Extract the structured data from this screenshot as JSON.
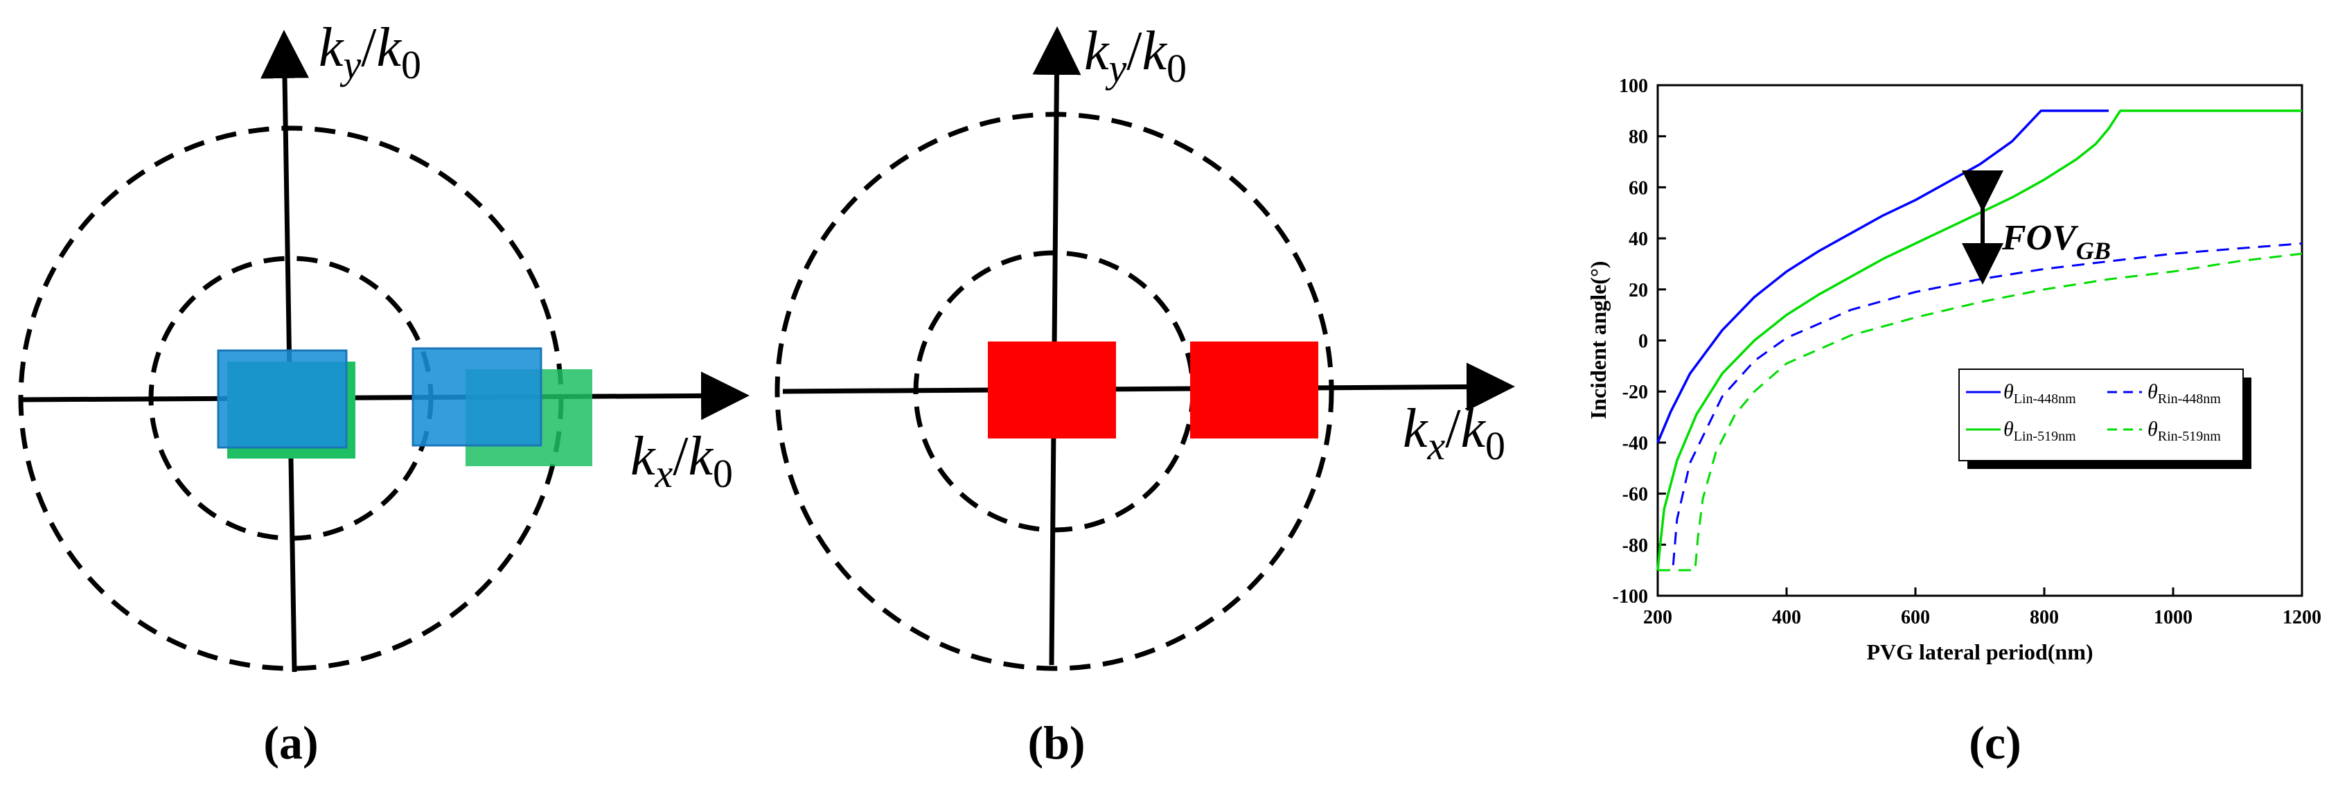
{
  "panels": {
    "a": {
      "caption": "(a)",
      "ky_label": {
        "k": "k",
        "sub": "y",
        "slash": "/",
        "k0": "k",
        "sub0": "0"
      },
      "kx_label": {
        "k": "k",
        "sub": "x",
        "slash": "/",
        "k0": "k",
        "sub0": "0"
      }
    },
    "b": {
      "caption": "(b)",
      "ky_label": {
        "k": "k",
        "sub": "y",
        "slash": "/",
        "k0": "k",
        "sub0": "0"
      },
      "kx_label": {
        "k": "k",
        "sub": "x",
        "slash": "/",
        "k0": "k",
        "sub0": "0"
      }
    },
    "c": {
      "caption": "(c)"
    }
  },
  "colors": {
    "blue_box": "#1a8fd8",
    "green_box": "#1fbf63",
    "red_box": "#ff0000",
    "line_blue": "#0000ff",
    "line_green": "#00dd00"
  },
  "chart_data": {
    "type": "line",
    "xlabel": "PVG lateral period(nm)",
    "ylabel": "Incident angle(°)",
    "xlim": [
      200,
      1200
    ],
    "ylim": [
      -100,
      100
    ],
    "xticks": [
      200,
      400,
      600,
      800,
      1000,
      1200
    ],
    "yticks": [
      -100,
      -80,
      -60,
      -40,
      -20,
      0,
      20,
      40,
      60,
      80,
      100
    ],
    "annotation": {
      "text": "FOV",
      "sub": "GB"
    },
    "legend": {
      "placement": "lower-right",
      "entries": [
        {
          "theta": "θ",
          "sub": "Lin-448nm",
          "style": "solid",
          "color": "#0000ff"
        },
        {
          "theta": "θ",
          "sub": "Rin-448nm",
          "style": "dashed",
          "color": "#0000ff"
        },
        {
          "theta": "θ",
          "sub": "Lin-519nm",
          "style": "solid",
          "color": "#00dd00"
        },
        {
          "theta": "θ",
          "sub": "Rin-519nm",
          "style": "dashed",
          "color": "#00dd00"
        }
      ]
    },
    "series": [
      {
        "name": "θLin-448nm",
        "style": "solid",
        "color": "#0000ff",
        "x": [
          200,
          220,
          250,
          300,
          350,
          400,
          450,
          500,
          550,
          600,
          650,
          700,
          750,
          780,
          795,
          800,
          900
        ],
        "y": [
          -40,
          -28,
          -13,
          4,
          17,
          27,
          35,
          42,
          49,
          55,
          62,
          69,
          78,
          86,
          90,
          90,
          90
        ]
      },
      {
        "name": "θRin-448nm",
        "style": "dashed",
        "color": "#0000ff",
        "x": [
          224,
          230,
          250,
          300,
          350,
          400,
          500,
          600,
          700,
          800,
          900,
          1000,
          1100,
          1200
        ],
        "y": [
          -88,
          -70,
          -48,
          -22,
          -8,
          1,
          12,
          19,
          24,
          28,
          31,
          34,
          36,
          38
        ]
      },
      {
        "name": "θLin-519nm",
        "style": "solid",
        "color": "#00dd00",
        "x": [
          200,
          203,
          210,
          230,
          260,
          300,
          350,
          400,
          450,
          500,
          550,
          600,
          650,
          700,
          750,
          800,
          850,
          880,
          900,
          918,
          1000,
          1200
        ],
        "y": [
          -90,
          -82,
          -66,
          -47,
          -29,
          -13,
          0,
          10,
          18,
          25,
          32,
          38,
          44,
          50,
          56,
          63,
          71,
          77,
          83,
          90,
          90,
          90
        ]
      },
      {
        "name": "θRin-519nm",
        "style": "dashed",
        "color": "#00dd00",
        "x": [
          200,
          258,
          262,
          270,
          290,
          320,
          350,
          400,
          500,
          600,
          700,
          800,
          900,
          1000,
          1100,
          1200
        ],
        "y": [
          -90,
          -90,
          -78,
          -62,
          -44,
          -29,
          -20,
          -9,
          2,
          9,
          15,
          20,
          24,
          27,
          31,
          34
        ]
      }
    ]
  }
}
